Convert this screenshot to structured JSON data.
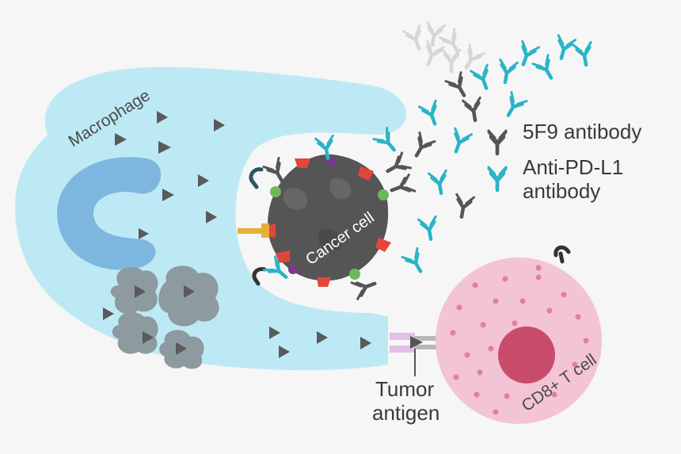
{
  "labels": {
    "macrophage": "Macrophage",
    "cancer_cell": "Cancer cell",
    "cd8_t_cell": "CD8+ T cell",
    "tumor_antigen_line1": "Tumor",
    "tumor_antigen_line2": "antigen",
    "legend_5f9": "5F9 antibody",
    "legend_pdl1_line1": "Anti-PD-L1",
    "legend_pdl1_line2": "antibody"
  },
  "colors": {
    "background": "#f6f6f6",
    "macrophage": "#bde9f4",
    "nucleus": "#7db6df",
    "digested_cell": "#8d9aa0",
    "cancer_cell": "#555555",
    "t_cell": "#f2c4d6",
    "t_cell_nucleus": "#c94b6b",
    "antibody_5f9": "#555555",
    "antibody_pdl1": "#2ab4c8",
    "cd47_marker": "#e2463a",
    "pdl1_marker": "#6fb85a",
    "purple_marker": "#7a3a8a",
    "receptor_yellow": "#e3b13a",
    "pd1_receptor": "#555555"
  },
  "icons": [
    "antibody-5f9-icon",
    "antibody-anti-pd-l1-icon",
    "triangle-antigen-icon"
  ]
}
